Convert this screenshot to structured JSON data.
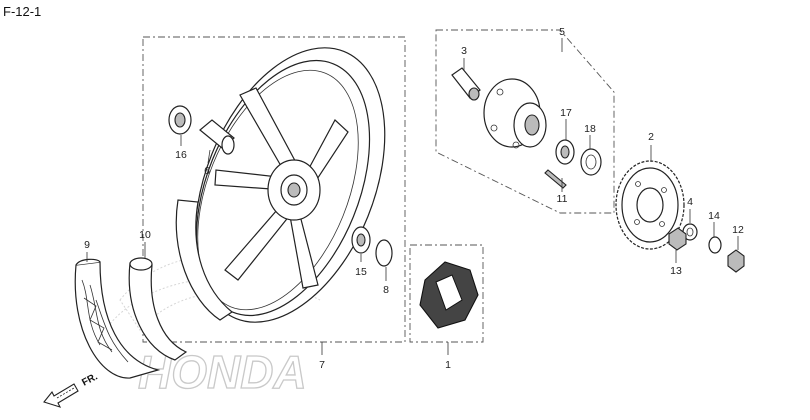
{
  "figure_id": "F-12-1",
  "watermark_text": "HONDA",
  "front_direction_label": "FR.",
  "callouts": {
    "c1": "1",
    "c2": "2",
    "c3": "3",
    "c4": "4",
    "c5": "5",
    "c6": "6",
    "c7": "7",
    "c8": "8",
    "c9": "9",
    "c10": "10",
    "c11": "11",
    "c12": "12",
    "c13": "13",
    "c14": "14",
    "c15": "15",
    "c16": "16",
    "c17": "17",
    "c18": "18"
  },
  "colors": {
    "line": "#222222",
    "dashed_box": "#555555",
    "watermark": "#c9c9c9"
  }
}
